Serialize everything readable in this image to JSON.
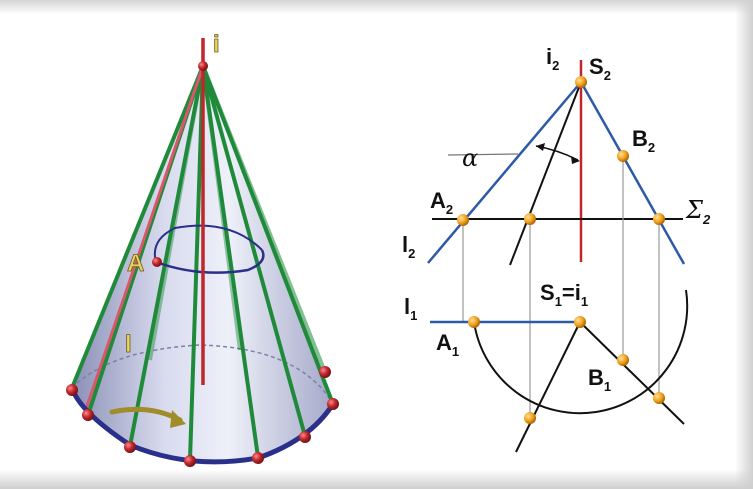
{
  "left_figure": {
    "axis_label": "i",
    "point_label": "A",
    "generatrix_label": "l"
  },
  "right_figure": {
    "vertex_axis_front": {
      "base": "i",
      "sub": "2"
    },
    "vertex_front": {
      "base": "S",
      "sub": "2"
    },
    "point_B_front": {
      "base": "B",
      "sub": "2"
    },
    "angle_label": "α",
    "point_A_front": {
      "base": "A",
      "sub": "2"
    },
    "plane_label": {
      "base": "Σ",
      "sub": "2"
    },
    "line_l_front": {
      "base": "l",
      "sub": "2"
    },
    "line_l_top": {
      "base": "l",
      "sub": "1"
    },
    "vertex_top": {
      "base": "S",
      "sub": "1",
      "eq": "=",
      "base2": "i",
      "sub2": "1"
    },
    "point_A_top": {
      "base": "A",
      "sub": "1"
    },
    "point_B_top": {
      "base": "B",
      "sub": "1"
    }
  },
  "colors": {
    "axis": "#c0272d",
    "cone_body": "#c9cde6",
    "generatrix": "#1f8a3a",
    "base_ring": "#2a2f8a",
    "point": "#b22222",
    "blue_line": "#2c5aa8",
    "orange_point": "#f2a31b"
  }
}
